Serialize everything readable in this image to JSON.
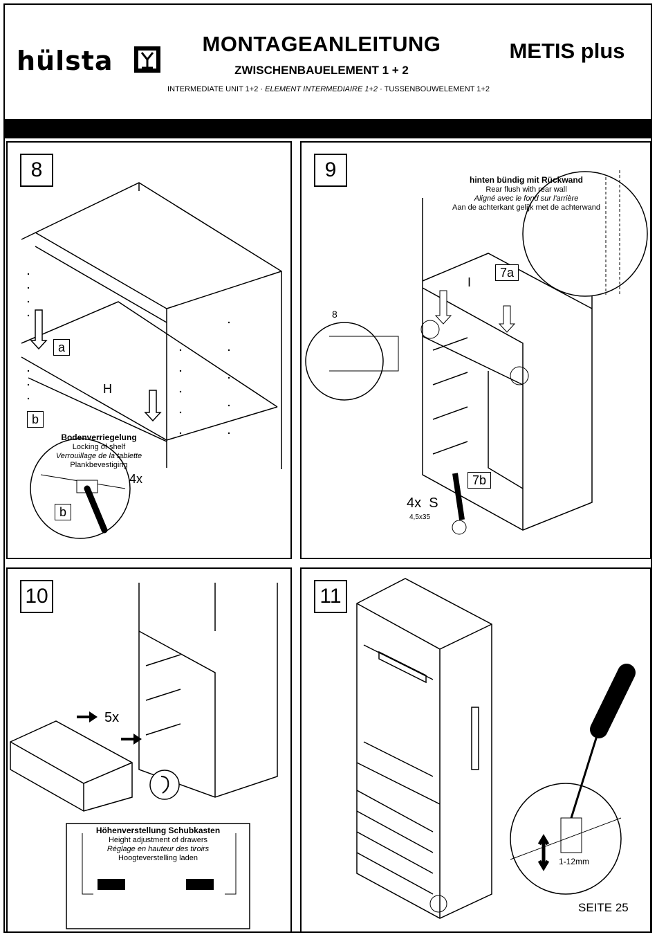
{
  "header": {
    "brand": "hülsta",
    "title": "MONTAGEANLEITUNG",
    "subtitle": "ZWISCHENBAUELEMENT 1 + 2",
    "product": "METIS plus",
    "translations": {
      "en": "INTERMEDIATE UNIT 1+2",
      "fr": "ELEMENT INTERMEDIAIRE 1+2",
      "nl": "TUSSENBOUWELEMENT 1+2",
      "separator": "·"
    }
  },
  "steps": [
    {
      "number": "8",
      "labels": {
        "a": "a",
        "b": "b",
        "b2": "b",
        "h": "H",
        "qty": "4x"
      },
      "callout": {
        "de": "Bodenverriegelung",
        "en": "Locking of shelf",
        "fr": "Verrouillage de la tablette",
        "nl": "Plankbevestiging"
      }
    },
    {
      "number": "9",
      "labels": {
        "ref_a": "7a",
        "ref_b": "7b",
        "dim": "8",
        "qty": "4x  S",
        "screw_size": "4,5x35",
        "mark": "I"
      },
      "callout": {
        "de": "hinten bündig mit Rückwand",
        "en": "Rear flush with rear wall",
        "fr": "Aligné avec le fond sur l'arrière",
        "nl": "Aan de achterkant gelijk met de achterwand"
      }
    },
    {
      "number": "10",
      "labels": {
        "qty": "5x"
      },
      "callout": {
        "de": "Höhenverstellung Schubkasten",
        "en": "Height adjustment of drawers",
        "fr": "Réglage en hauteur des tiroirs",
        "nl": "Hoogteverstelling laden"
      }
    },
    {
      "number": "11",
      "labels": {
        "range": "1-12mm"
      }
    }
  ],
  "footer": {
    "page": "SEITE 25"
  }
}
